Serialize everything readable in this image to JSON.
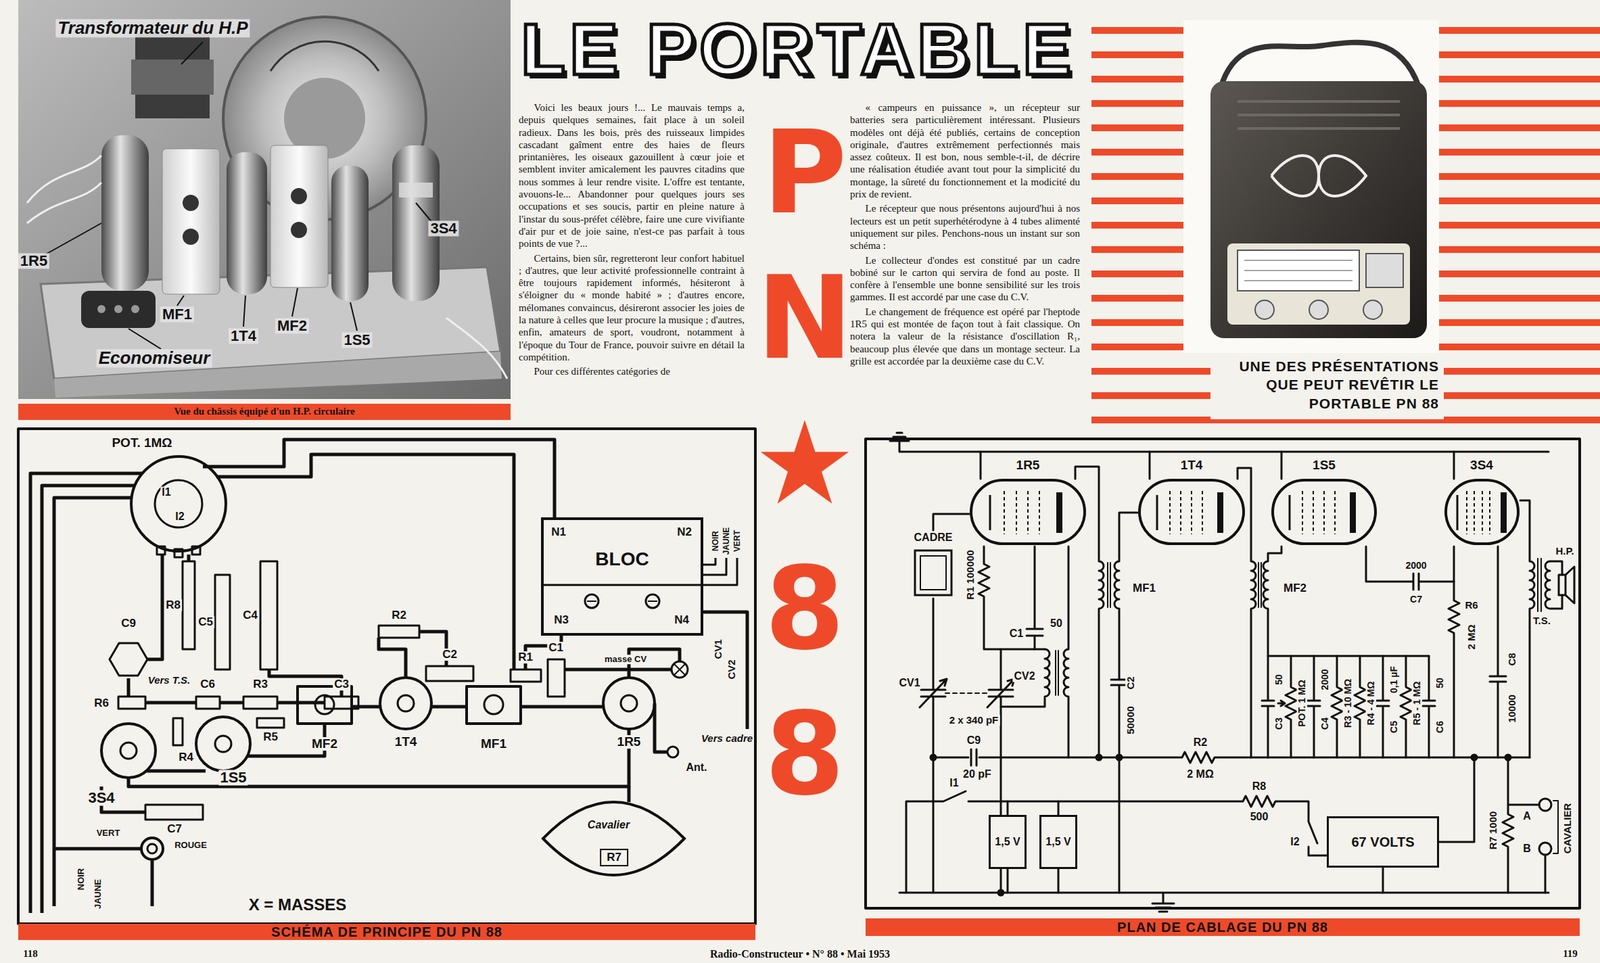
{
  "diagram": {
    "title": "LE PORTABLE",
    "caption": "UNE DES PRÉSENTATIONS QUE PEUT REVÊTIR LE PORTABLE PN 88",
    "nodes": [
      {
        "text": [
          "Vue du châssis équipé d'un H.P. circulaire"
        ]
      },
      {
        "text": [
          "N1",
          "N2",
          "BLOC",
          "N3",
          "N4"
        ]
      },
      {
        "text": [
          "Cavalier",
          "R7"
        ]
      },
      {
        "text": [
          "SCHÉMA DE PRINCIPE DU PN 88"
        ]
      },
      {
        "text": [
          "1R5"
        ]
      },
      {
        "text": [
          "1T4"
        ]
      },
      {
        "text": [
          "1S5"
        ]
      },
      {
        "text": [
          "3S4"
        ]
      },
      {
        "text": [
          "CADRE"
        ]
      },
      {
        "text": [
          "1,5 V"
        ]
      },
      {
        "text": [
          "1,5 V"
        ]
      },
      {
        "text": [
          "67 VOLTS"
        ]
      },
      {
        "text": [
          "PLAN DE CABLAGE DU PN 88"
        ]
      }
    ],
    "labels": [
      "Transformateur du H.P",
      "1R5",
      "MF1",
      "1T4",
      "MF2",
      "1S5",
      "3S4",
      "Economiseur",
      "Voici les beaux jours !... Le mauvais temps a, depuis quelques semaines, fait place à un soleil radieux. Dans les bois, près des ruisseaux limpides cascadant gaîment entre des haies de fleurs printanières, les oiseaux gazouillent à cœur joie et semblent inviter amicalement les pauvres citadins que nous sommes à leur rendre visite. L'offre est tentante, avouons-le... Abandonner pour quelques jours ses occupations et ses soucis, partir en pleine nature à l'instar du sous-préfet célèbre, faire une cure vivifiante d'air pur et de joie saine, n'est-ce pas parfait à tous points de vue ?...",
      "Certains, bien sûr, regretteront leur confort habituel ; d'autres, que leur activité professionnelle contraint à être toujours rapidement informés, hésiteront à s'éloigner du « monde habité » ; d'autres encore, mélomanes convaincus, désireront associer les joies de la nature à celles que leur procure la musique ; d'autres, enfin, amateurs de sport, voudront, notamment à l'époque du Tour de France, pouvoir suivre en détail la compétition.",
      "Pour ces différentes catégories de",
      "« campeurs en puissance », un récepteur sur batteries sera particulièrement intéressant. Plusieurs modèles ont déjà été publiés, certains de conception originale, d'autres extrêmement perfectionnés mais assez coûteux. Il est bon, nous semble-t-il, de décrire une réalisation étudiée avant tout pour la simplicité du montage, la sûreté du fonctionnement et la modicité du prix de revient.",
      "Le récepteur que nous présentons aujourd'hui à nos lecteurs est un petit superhétérodyne à 4 tubes alimenté uniquement sur piles. Penchons-nous un instant sur son schéma :",
      "Le collecteur d'ondes est constitué par un cadre bobiné sur le carton qui servira de fond au poste. Il confère à l'ensemble une bonne sensibilité sur les trois gammes. Il est accordé par une case du C.V.",
      "Le changement de fréquence est opéré par l'heptode 1R5 qui est montée de façon tout à fait classique. On notera la valeur de la résistance d'oscillation R₁, beaucoup plus élevée que dans un montage secteur. La grille est accordée par la deuxième case du C.V.",
      "PN★88",
      "POT. 1MΩ",
      "I1",
      "I2",
      "R8",
      "C5",
      "C4",
      "C9",
      "Vers T.S.",
      "R6",
      "C6",
      "R3",
      "R2",
      "C2",
      "C3",
      "R1",
      "C1",
      "NOIR",
      "JAUNE",
      "VERT",
      "masse CV",
      "CV1",
      "CV2",
      "R4",
      "R5",
      "MF2",
      "1T4",
      "MF1",
      "1R5",
      "Ant.",
      "Vers cadre",
      "3S4",
      "1S5",
      "C7",
      "VERT",
      "ROUGE",
      "NOIR",
      "JAUNE",
      "X = MASSES",
      "R1 100000",
      "C1",
      "50",
      "MF1",
      "MF2",
      "C2",
      "50000",
      "CV1",
      "CV2",
      "2 x 340 pF",
      "C9",
      "20 pF",
      "C3",
      "50",
      "POT. 1 MΩ",
      "C4",
      "2000",
      "R3 - 10 MΩ",
      "R4 - 4 MΩ",
      "C5",
      "0,1 µF",
      "R5 - 1 MΩ",
      "C6",
      "50",
      "2000",
      "C7",
      "R6",
      "2 MΩ",
      "C8",
      "10000",
      "T.S.",
      "H.P.",
      "R2",
      "2 MΩ",
      "I1",
      "R8",
      "500",
      "I2",
      "R7 1000",
      "A",
      "B",
      "CAVALIER",
      "118",
      "Radio-Constructeur • N° 88 • Mai 1953",
      "119"
    ]
  }
}
